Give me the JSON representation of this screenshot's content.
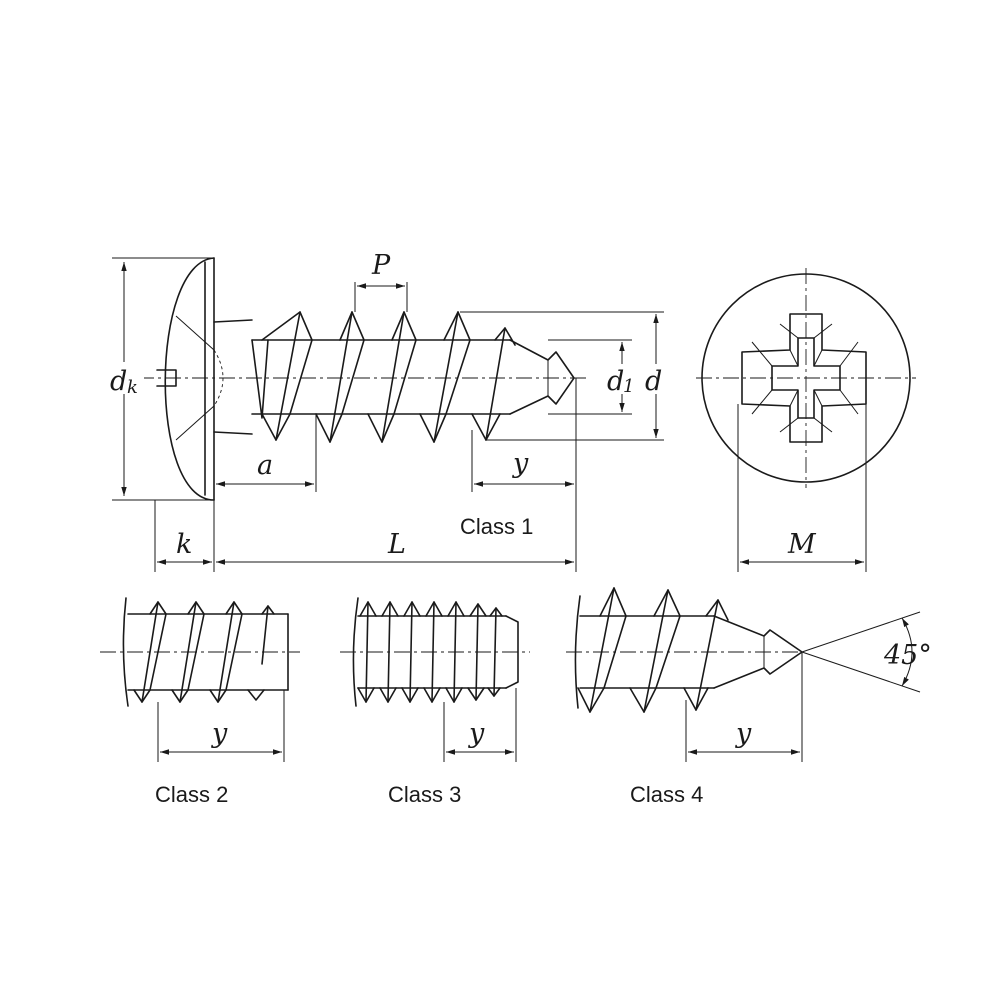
{
  "dimensions": {
    "dk_main": "d",
    "dk_sub": "k",
    "k": "k",
    "L": "L",
    "a": "a",
    "P": "P",
    "d1_main": "d",
    "d1_sub": "1",
    "d": "d",
    "y": "y",
    "M": "M",
    "angle": "45°"
  },
  "classes": {
    "class1": "Class 1",
    "class2": "Class 2",
    "class3": "Class 3",
    "class4": "Class 4"
  }
}
